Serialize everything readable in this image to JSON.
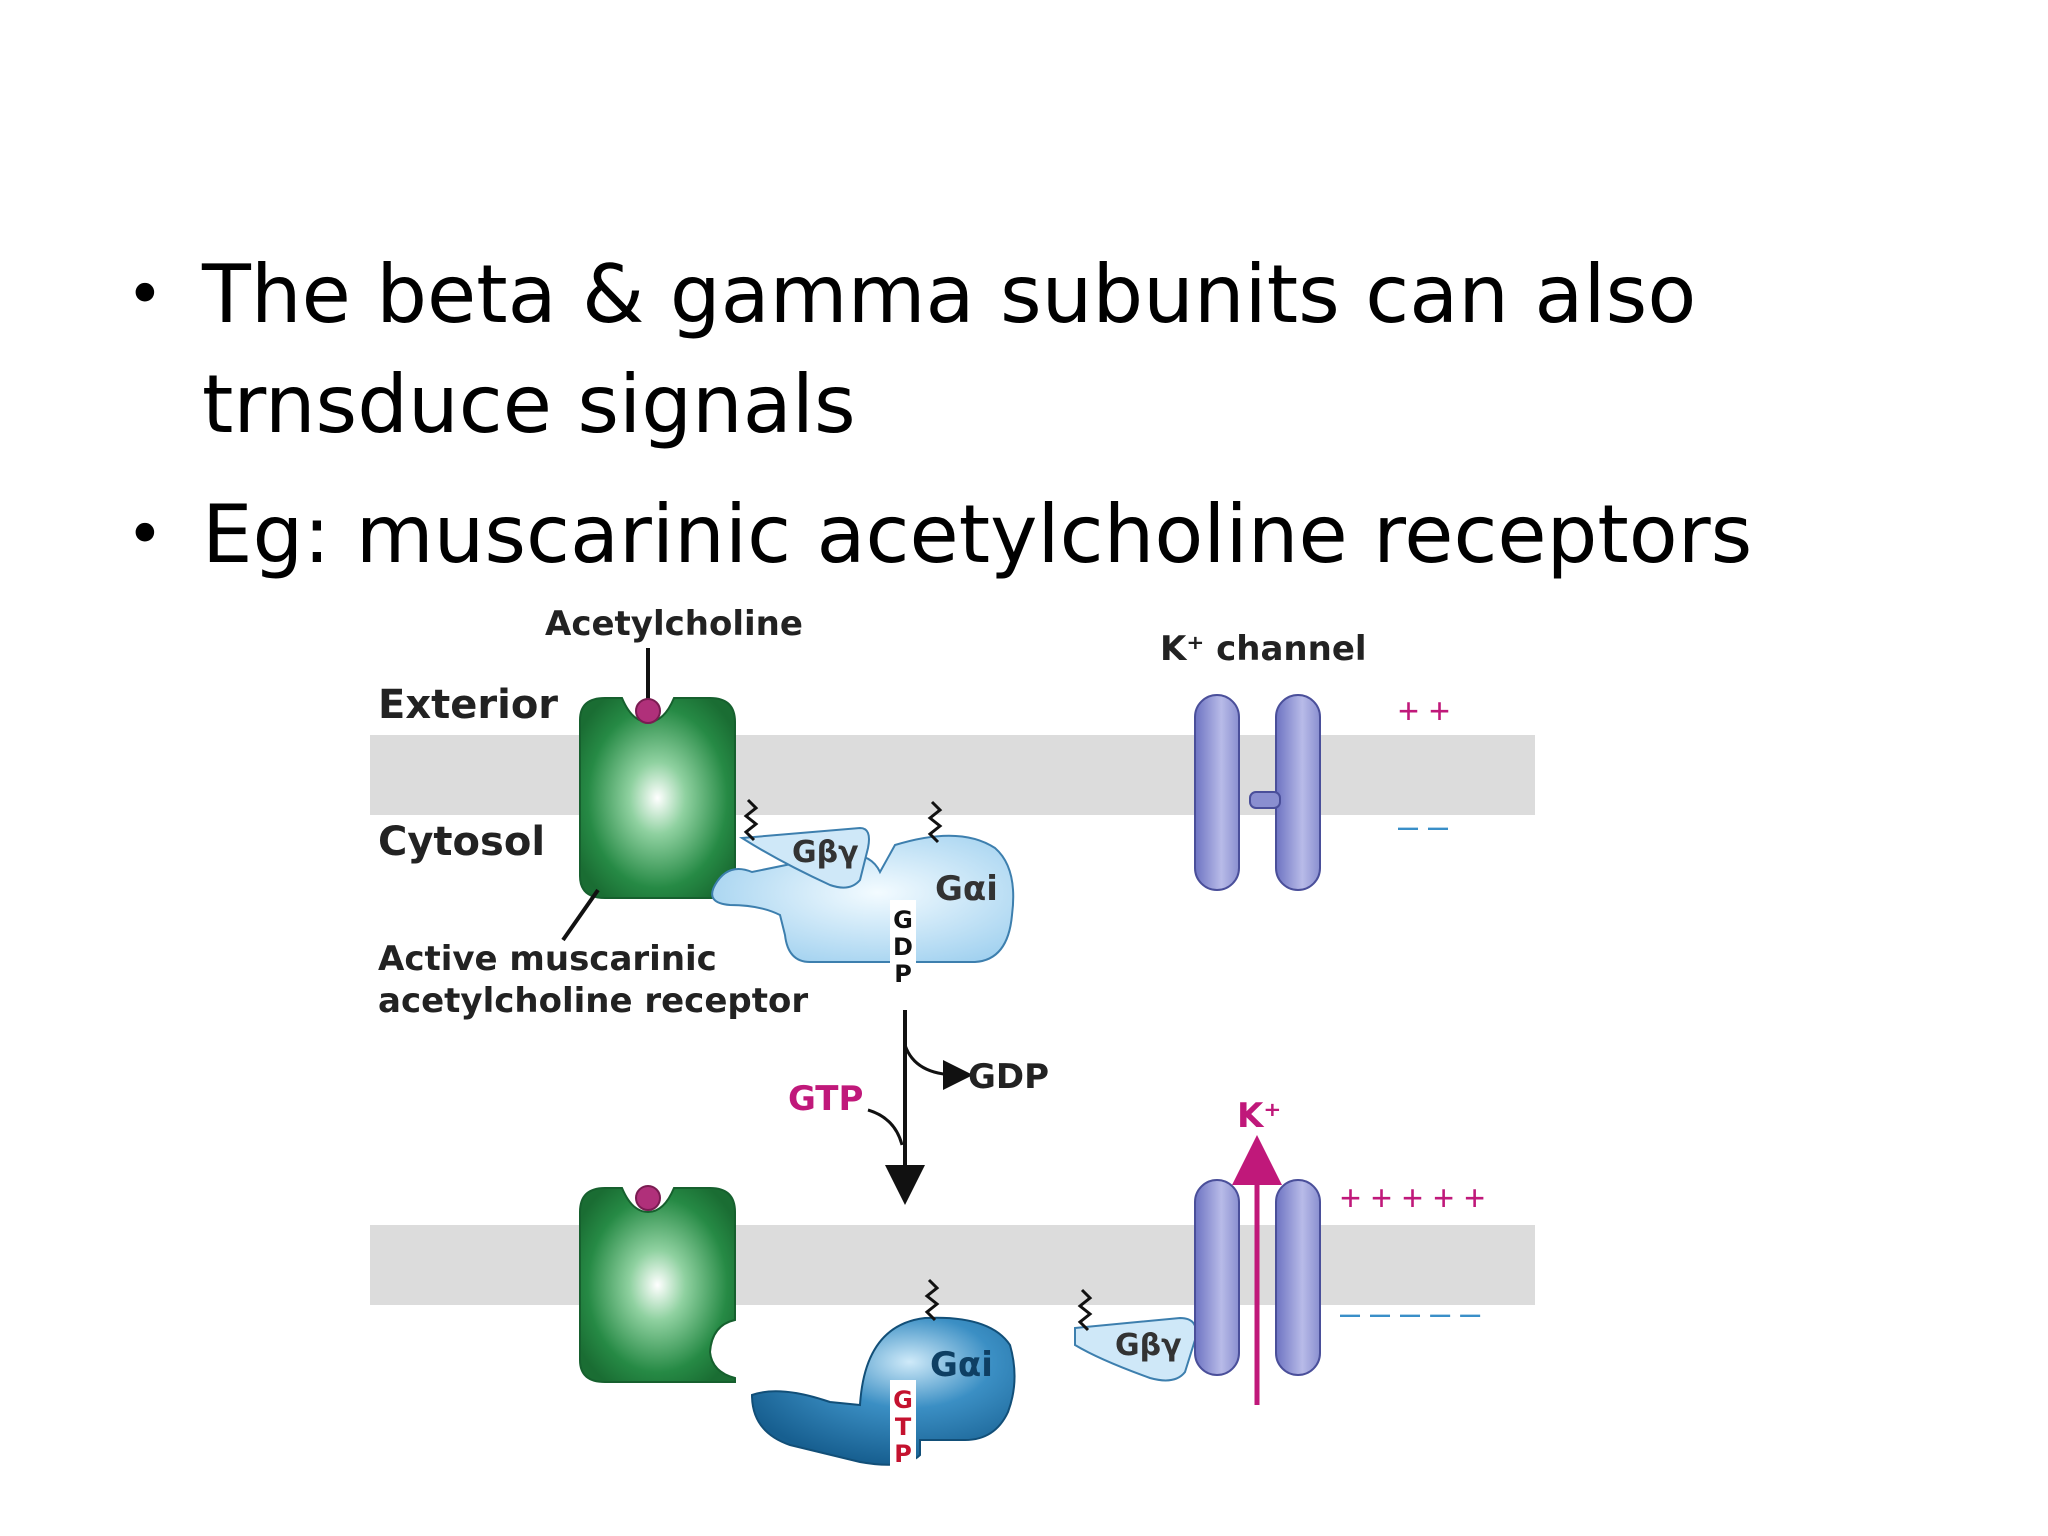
{
  "slide": {
    "bullets": [
      "The  beta & gamma subunits can also trnsduce signals",
      "Eg: muscarinic acetylcholine receptors"
    ]
  },
  "diagram": {
    "acetylcholine": "Acetylcholine",
    "k_channel": "K⁺ channel",
    "exterior": "Exterior",
    "cytosol": "Cytosol",
    "receptor_line1": "Active muscarinic",
    "receptor_line2": "acetylcholine receptor",
    "g_beta_gamma": "Gβγ",
    "g_alpha_i": "Gαi",
    "gdp_letters": [
      "G",
      "D",
      "P"
    ],
    "gtp_letters": [
      "G",
      "T",
      "P"
    ],
    "gtp_in": "GTP",
    "gdp_out": "GDP",
    "k_ion": "K⁺",
    "top_plus": "+ +",
    "top_minus": "– –",
    "bottom_plus": "+ + + + +",
    "bottom_minus": "– – – – –",
    "colors": {
      "membrane": "#dcdcdc",
      "receptor_green": "#1e7a3a",
      "ligand_magenta": "#b0307a",
      "g_protein_light": "#bfe0f5",
      "g_protein_dark": "#1c6ea3",
      "channel_purple": "#8a8fd0",
      "k_arrow": "#c0187a",
      "gtp_red": "#c4122f",
      "plus_magenta": "#c0187a",
      "minus_blue": "#3a8fc8"
    }
  }
}
